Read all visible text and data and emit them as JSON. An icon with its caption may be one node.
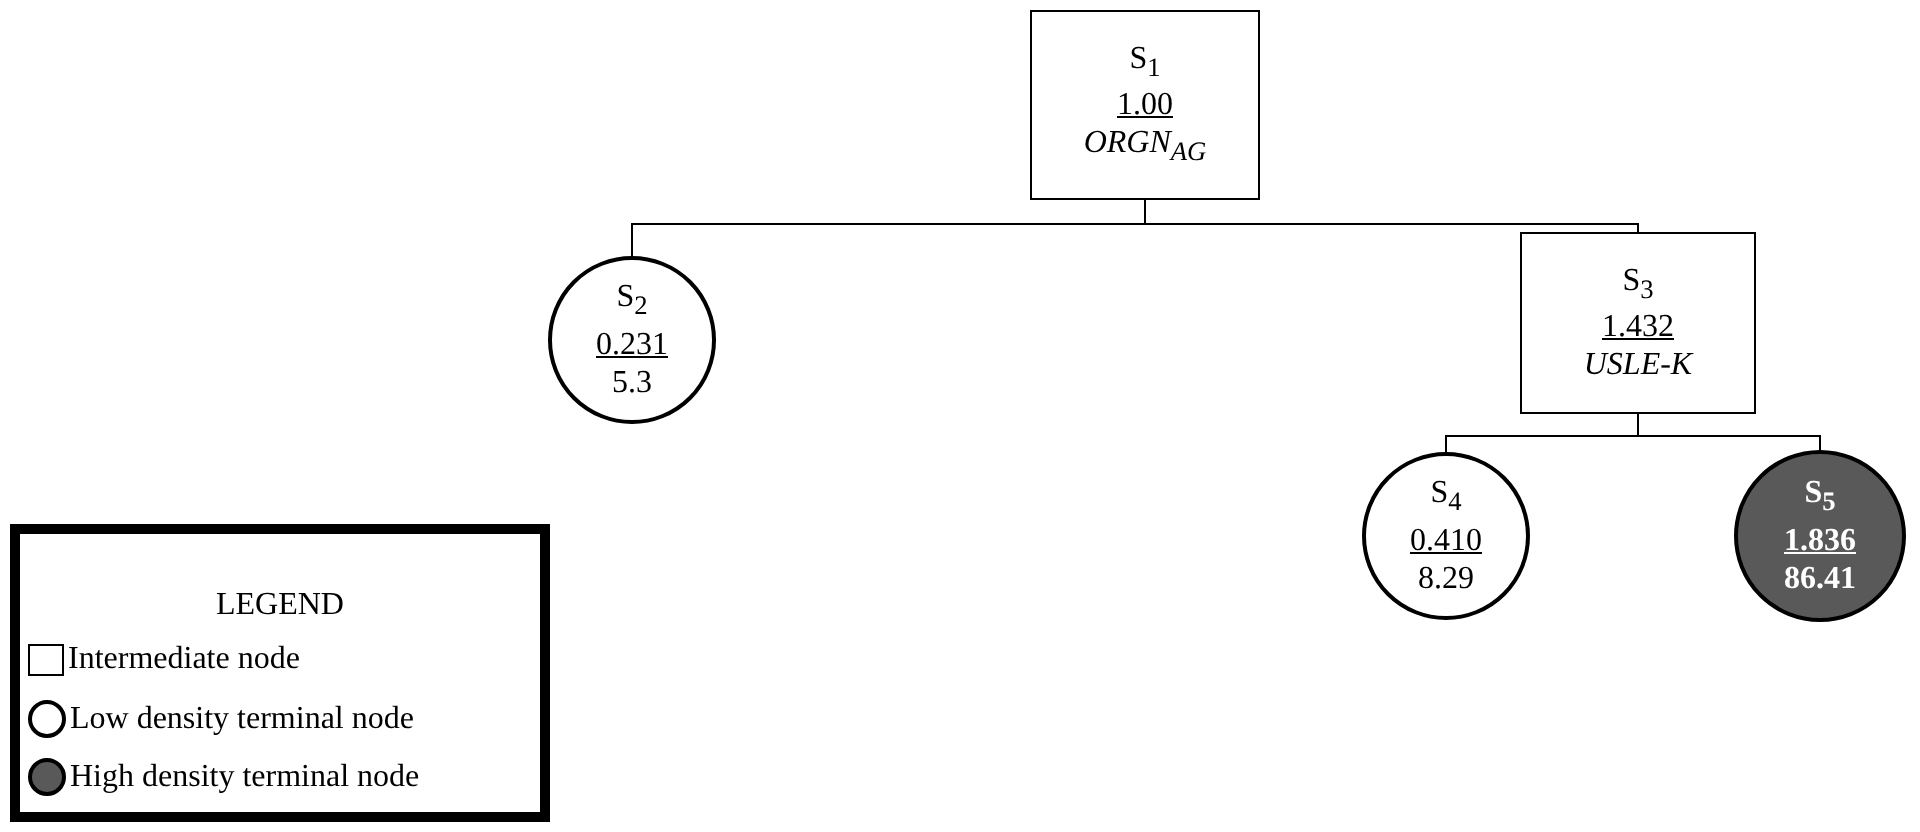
{
  "diagram": {
    "nodes": [
      {
        "text": [
          "S$_{1}$",
          "1.00",
          "ORGN$_{AG}$"
        ]
      },
      {
        "text": [
          "S$_{2}$",
          "0.231",
          "5.3"
        ]
      },
      {
        "text": [
          "S$_{3}$",
          "1.432",
          "USLE-K"
        ]
      },
      {
        "text": [
          "S$_{4}$",
          "0.410",
          "8.29"
        ]
      },
      {
        "text": [
          "S$_{5}$",
          "1.836",
          "86.41"
        ]
      }
    ],
    "edges": [
      {
        "from": 0,
        "to": 1,
        "arrow": "none"
      },
      {
        "from": 0,
        "to": 2,
        "arrow": "none"
      },
      {
        "from": 2,
        "to": 3,
        "arrow": "none"
      },
      {
        "from": 2,
        "to": 4,
        "arrow": "none"
      }
    ],
    "labels": [
      "LEGEND"
    ],
    "legend": [
      {
        "text": "Intermediate node"
      },
      {
        "text": "Low density terminal node"
      },
      {
        "text": "High density terminal node"
      }
    ]
  }
}
